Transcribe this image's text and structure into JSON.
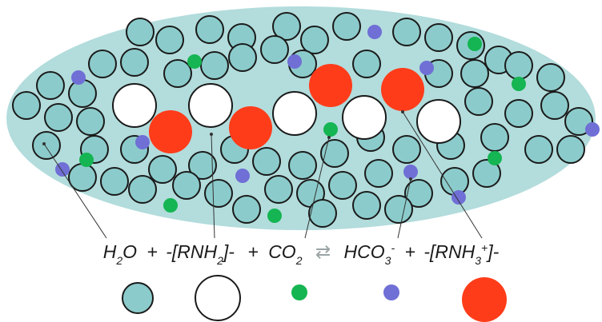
{
  "colors": {
    "matrix": "#b3dcdc",
    "water": "#8ccbcb",
    "outline": "#1a1a1a",
    "amine": "#ffffff",
    "protonated_amine": "#ff3c1a",
    "co2": "#14b552",
    "bicarbonate": "#6f6fd6",
    "pointer": "#333333"
  },
  "equation": {
    "water": {
      "main": "H",
      "sub": "2",
      "tail": "O"
    },
    "plus_1": "+",
    "amine": {
      "head": "-[RNH",
      "sub": "2",
      "tail": "]-"
    },
    "plus_2": "+",
    "co2": {
      "main": "CO",
      "sub": "2"
    },
    "arrow": "⇄",
    "bicarbonate": {
      "main": "HCO",
      "sub": "3",
      "sup": "-"
    },
    "plus_3": "+",
    "protonated_amine": {
      "head": "-[RNH",
      "sub": "3",
      "sup": "+",
      "tail": "]-"
    }
  },
  "legend": [
    {
      "species": "water",
      "icon": "water-molecule-icon"
    },
    {
      "species": "amine",
      "icon": "amine-group-icon"
    },
    {
      "species": "co2",
      "icon": "co2-molecule-icon"
    },
    {
      "species": "bicarbonate",
      "icon": "bicarbonate-ion-icon"
    },
    {
      "species": "protonated_amine",
      "icon": "protonated-amine-icon"
    }
  ]
}
